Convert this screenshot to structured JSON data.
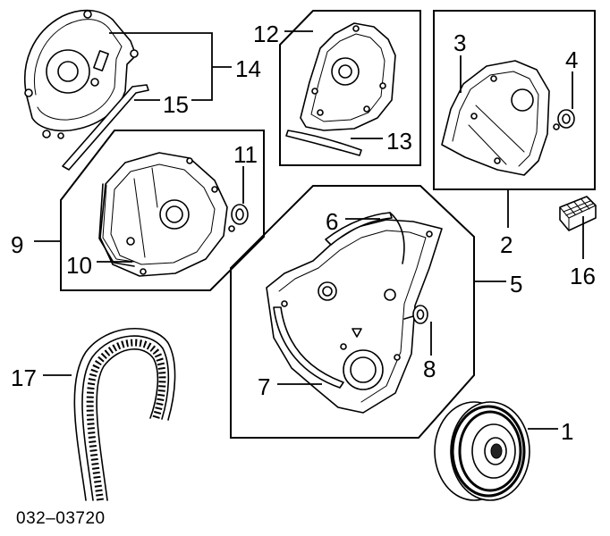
{
  "figure": {
    "colors": {
      "ink": "#000000",
      "background": "#ffffff"
    },
    "callouts": {
      "c1": "1",
      "c2": "2",
      "c3": "3",
      "c4": "4",
      "c5": "5",
      "c6": "6",
      "c7": "7",
      "c8": "8",
      "c9": "9",
      "c10": "10",
      "c11": "11",
      "c12": "12",
      "c13": "13",
      "c14": "14",
      "c15": "15",
      "c16": "16",
      "c17": "17"
    },
    "diagram_code": "032–03720"
  }
}
